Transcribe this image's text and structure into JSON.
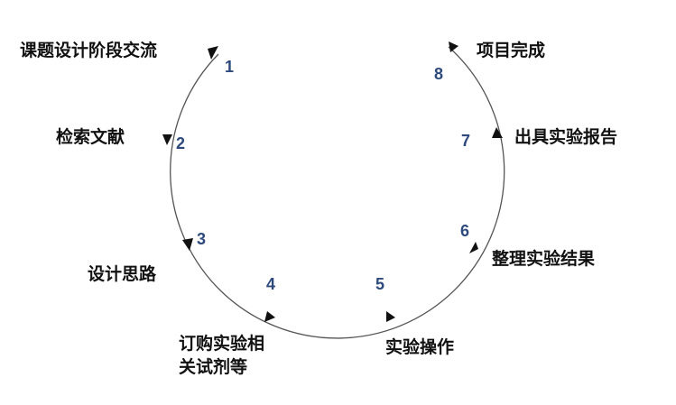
{
  "cycle": {
    "steps": [
      {
        "num": "1",
        "label": "课题设计阶段交流"
      },
      {
        "num": "2",
        "label": "检索文献"
      },
      {
        "num": "3",
        "label": "设计思路"
      },
      {
        "num": "4",
        "label": "订购实验相",
        "label2": "关试剂等"
      },
      {
        "num": "5",
        "label": "实验操作"
      },
      {
        "num": "6",
        "label": "整理实验结果"
      },
      {
        "num": "7",
        "label": "出具实验报告"
      },
      {
        "num": "8",
        "label": "项目完成"
      }
    ]
  },
  "colors": {
    "line": "#555555",
    "arrow": "#111111",
    "number": "#2e4a7d",
    "text": "#111111"
  }
}
